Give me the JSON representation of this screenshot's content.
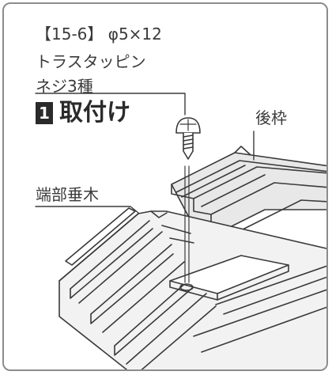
{
  "screw": {
    "code": "【15-6】 φ5×12",
    "name": "トラスタッピン",
    "type": "ネジ3種"
  },
  "step": {
    "number": "1",
    "title": "取付け"
  },
  "parts": {
    "rear_frame": "後枠",
    "end_rafter": "端部垂木"
  }
}
